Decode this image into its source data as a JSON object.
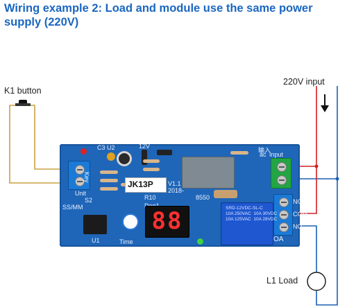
{
  "title": "Wiring example 2: Load and module use the same power supply (220V)",
  "labels": {
    "k1_button": "K1 button",
    "power_input": "220V input",
    "load": "L1 Load"
  },
  "board": {
    "model": "JK13P",
    "version": "V1.1",
    "year": "2018-",
    "key": "Key",
    "unit": "Unit",
    "ss_mm": "SS/MM",
    "deg": "Deg1",
    "time": "Time",
    "u1": "U1",
    "u2": "U2",
    "input_cn": "输入",
    "input": "Input",
    "ac": "ac",
    "nc": "NC",
    "com": "COM",
    "no": "NO",
    "oa": "OA",
    "s2": "S2",
    "r10": "R10",
    "c3": "C3",
    "v12": "12V",
    "r8550": "8550",
    "display_digits": "88",
    "relay_text": "SRD-12VDC-SL-C\n10A 250VAC  10A 30VDC\n10A 125VAC  10A 28VDC"
  },
  "colors": {
    "title": "#1a66c0",
    "board": "#1f66b8",
    "wire_red": "#d02020",
    "wire_blue": "#1a5fb4",
    "wire_tan": "#c8a040"
  }
}
